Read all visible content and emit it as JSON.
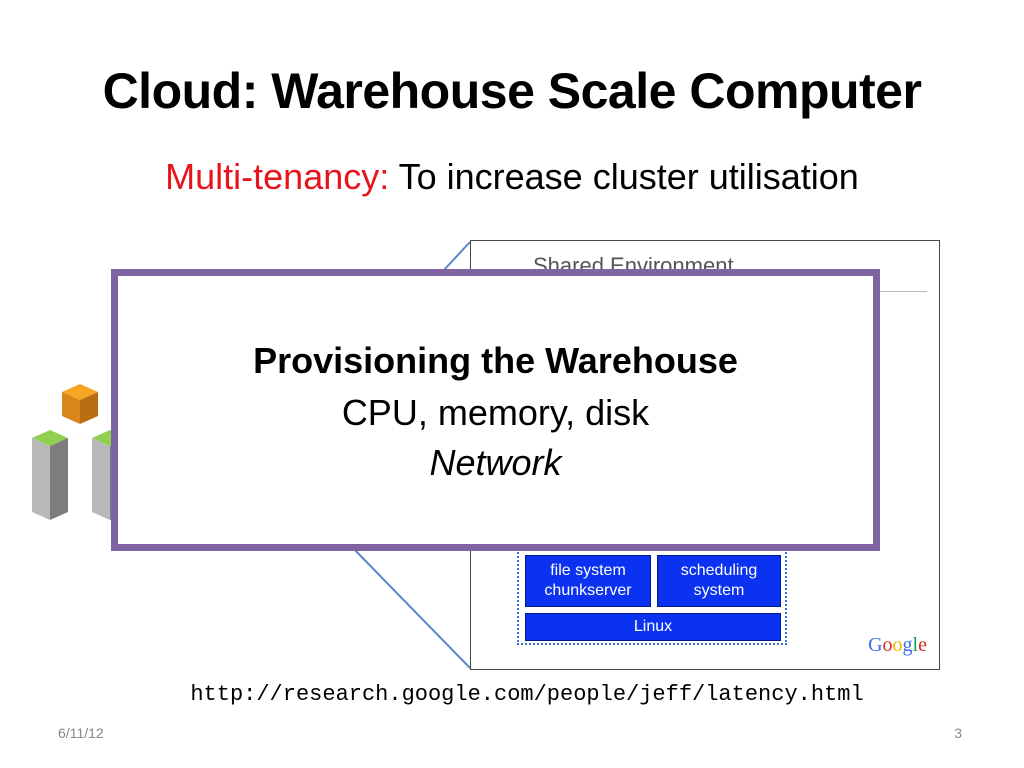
{
  "slide": {
    "title": "Cloud: Warehouse Scale Computer",
    "subtitle_accent": "Multi-tenancy:",
    "subtitle_rest": " To increase cluster utilisation",
    "callout": {
      "heading": "Provisioning the Warehouse",
      "line1": "CPU, memory, disk",
      "line2": "Network"
    },
    "figure": {
      "title": "Shared Environment",
      "blocks": {
        "file_system": "file system chunkserver",
        "scheduling": "scheduling system",
        "linux": "Linux"
      },
      "logo": "Google"
    },
    "url": "http://research.google.com/people/jeff/latency.html",
    "footer": {
      "date": "6/11/12",
      "page": "3"
    }
  },
  "colors": {
    "accent_red": "#e8141b",
    "callout_border": "#8064a2",
    "block_blue": "#0b32f0"
  }
}
